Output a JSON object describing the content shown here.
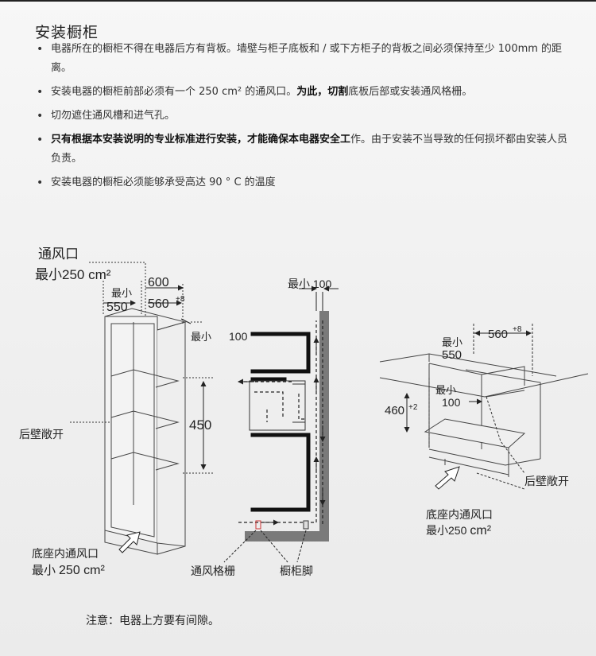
{
  "title": "安装橱柜",
  "bullets": [
    {
      "text": "电器所在的橱柜不得在电器后方有背板。墙壁与柜子底板和 / 或下方柜子的背板之间必须保持至少 100mm 的距离。"
    },
    {
      "pre": "安装电器的橱柜前部必须有一个 250 cm² 的通风口。",
      "bold": "为此，切割",
      "post": "底板后部或安装通风格栅。"
    },
    {
      "text": "切勿遮住通风槽和进气孔。"
    },
    {
      "bold": "只有根据本安装说明的专业标准进行安装，才能确保本电器安全工",
      "post": "作。由于安装不当导致的任何损坏都由安装人员负责。"
    },
    {
      "text": "安装电器的橱柜必须能够承受高达 90 ° C 的温度"
    }
  ],
  "diagram": {
    "vent_label": "通风口",
    "vent_min": "最小250 cm²",
    "dim_600": "600",
    "dim_min": "最小",
    "dim_550": "550",
    "dim_560": "560",
    "dim_plus8": "+8",
    "dim_min100_left": "最小",
    "dim_100_left": "100",
    "dim_450": "450",
    "back_open": "后壁敞开",
    "base_vent": "底座内通风口",
    "base_vent_min_prefix": "最小",
    "base_vent_min_value": "250 cm²",
    "mid_min100": "最小 100",
    "vent_grille": "通风格栅",
    "cabinet_foot": "橱柜脚",
    "r_min": "最小",
    "r_550": "550",
    "r_560": "560",
    "r_plus8": "+8",
    "r_460": "460",
    "r_plus2": "+2",
    "r_min100_a": "最小",
    "r_min100_b": "100",
    "r_back_open": "后壁敞开",
    "r_base_vent": "底座内通风口",
    "r_base_vent_min_prefix": "最小250",
    "r_base_vent_min_unit": "cm²"
  },
  "note": "注意：电器上方要有间隙。"
}
